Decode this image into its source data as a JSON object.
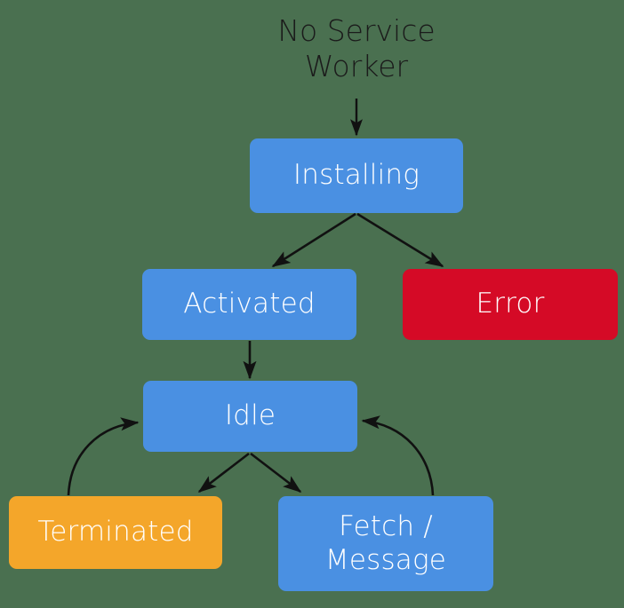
{
  "diagram": {
    "title": "Service Worker lifecycle state diagram",
    "background_color": "#4a7050",
    "colors": {
      "blue": "#4a90e2",
      "red": "#d50a26",
      "orange": "#f4a62a",
      "edge": "#111111",
      "text_on_fill": "#ffffff",
      "text_plain": "#1b1b1b"
    },
    "nodes": [
      {
        "id": "no-service-worker",
        "label": "No Service\nWorker",
        "shape": "plain-text",
        "fill": "none",
        "text_color": "#1b1b1b"
      },
      {
        "id": "installing",
        "label": "Installing",
        "shape": "rounded-rect",
        "fill": "#4a90e2",
        "text_color": "#ffffff"
      },
      {
        "id": "activated",
        "label": "Activated",
        "shape": "rounded-rect",
        "fill": "#4a90e2",
        "text_color": "#ffffff"
      },
      {
        "id": "error",
        "label": "Error",
        "shape": "rounded-rect",
        "fill": "#d50a26",
        "text_color": "#ffffff"
      },
      {
        "id": "idle",
        "label": "Idle",
        "shape": "rounded-rect",
        "fill": "#4a90e2",
        "text_color": "#ffffff"
      },
      {
        "id": "terminated",
        "label": "Terminated",
        "shape": "rounded-rect",
        "fill": "#f4a62a",
        "text_color": "#ffffff"
      },
      {
        "id": "fetch-message",
        "label": "Fetch /\nMessage",
        "shape": "rounded-rect",
        "fill": "#4a90e2",
        "text_color": "#ffffff"
      }
    ],
    "edges": [
      {
        "from": "no-service-worker",
        "to": "installing",
        "style": "straight",
        "label": ""
      },
      {
        "from": "installing",
        "to": "activated",
        "style": "straight",
        "label": ""
      },
      {
        "from": "installing",
        "to": "error",
        "style": "straight",
        "label": ""
      },
      {
        "from": "activated",
        "to": "idle",
        "style": "straight",
        "label": ""
      },
      {
        "from": "idle",
        "to": "terminated",
        "style": "straight",
        "label": ""
      },
      {
        "from": "idle",
        "to": "fetch-message",
        "style": "straight",
        "label": ""
      },
      {
        "from": "terminated",
        "to": "idle",
        "style": "curved",
        "label": ""
      },
      {
        "from": "fetch-message",
        "to": "idle",
        "style": "curved",
        "label": ""
      }
    ]
  }
}
